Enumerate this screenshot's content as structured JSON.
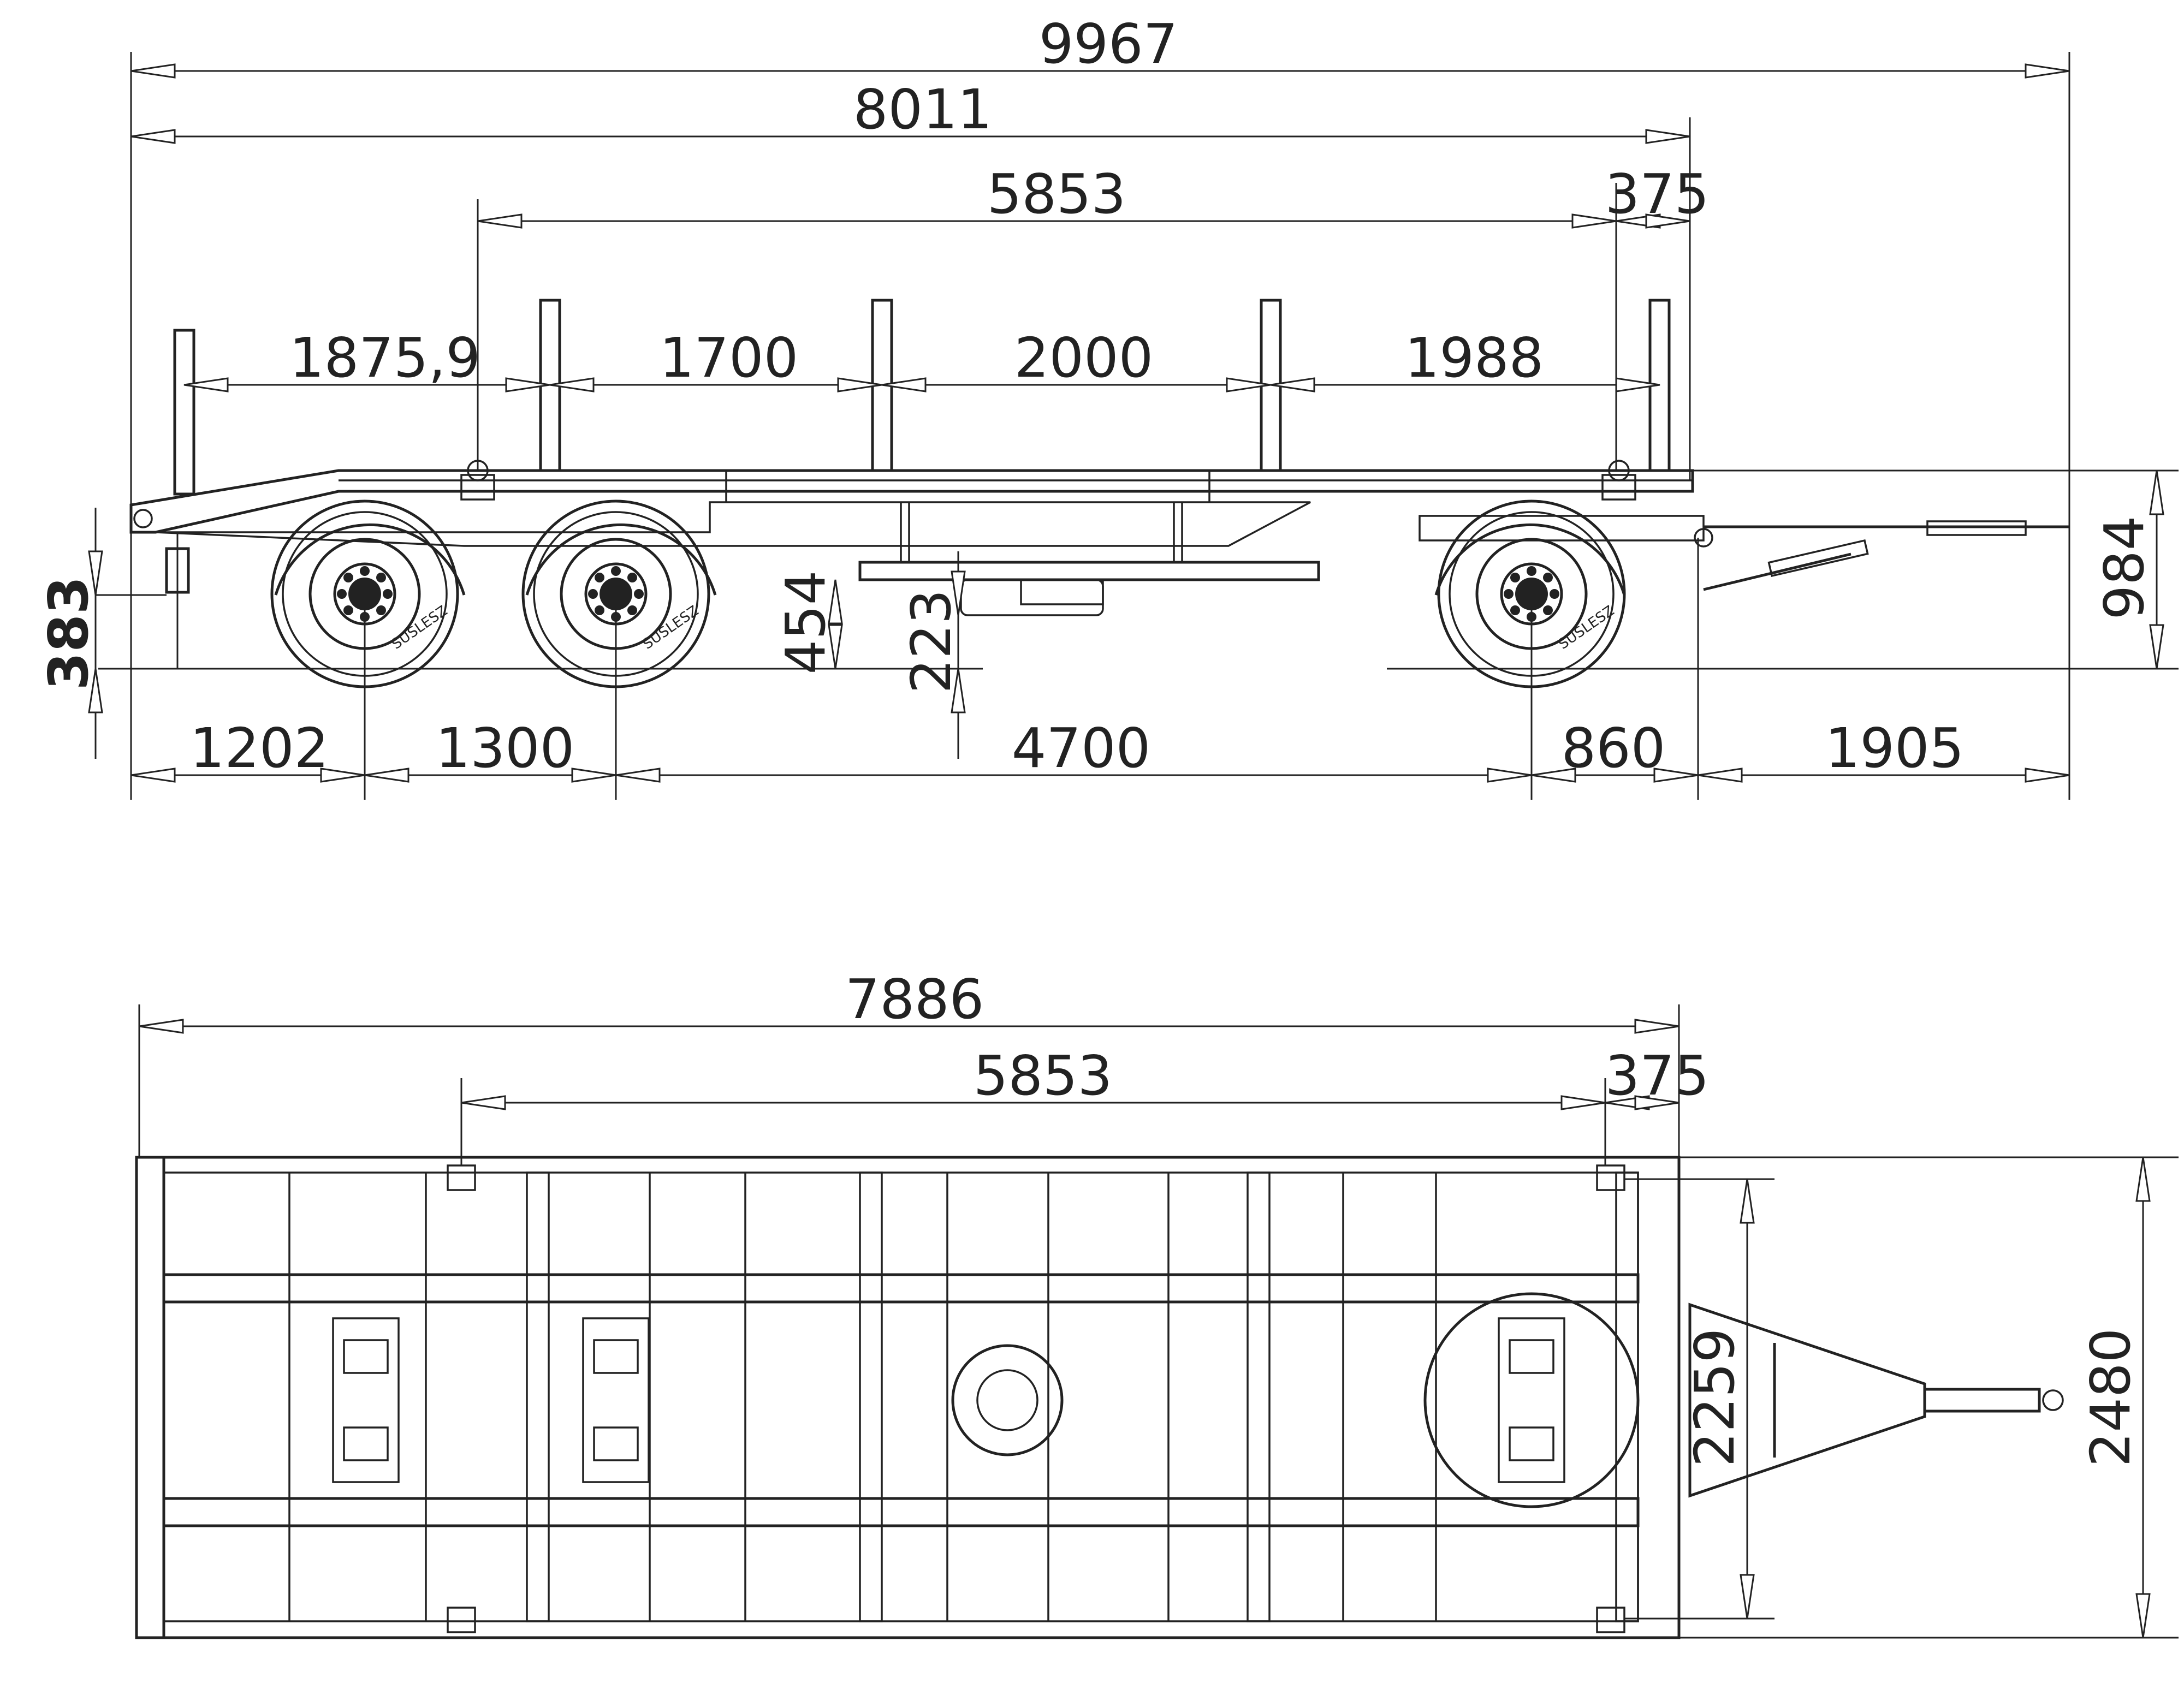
{
  "side_view": {
    "overall_length": "9967",
    "body_length": "8011",
    "stake_span": "5853",
    "front_overhang": "375",
    "stake_spacing_1": "1875,9",
    "stake_spacing_2": "1700",
    "stake_spacing_3": "2000",
    "stake_spacing_4": "1988",
    "rear_coupling_height": "383",
    "underride_height": "454",
    "ground_clearance": "223",
    "frame_height": "984",
    "rear_overhang": "1202",
    "tandem_spacing": "1300",
    "wheelbase": "4700",
    "front_axle_to_pivot": "860",
    "drawbar_length": "1905",
    "tire_brand": "SUSLESZ"
  },
  "top_view": {
    "body_length": "7886",
    "stake_span": "5853",
    "front_overhang": "375",
    "inner_width": "2259",
    "overall_width": "2480"
  },
  "colors": {
    "line": "#222222",
    "background": "#ffffff"
  }
}
